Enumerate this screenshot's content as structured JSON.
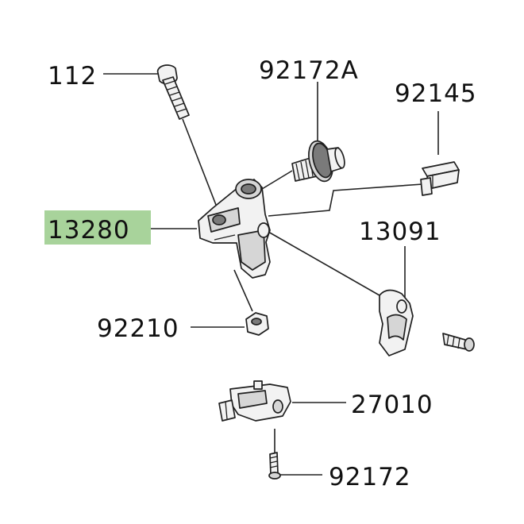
{
  "diagram": {
    "highlight_color": "#a8d39b",
    "parts": [
      {
        "id": "p112",
        "number": "112",
        "highlighted": false
      },
      {
        "id": "p92172A",
        "number": "92172A",
        "highlighted": false
      },
      {
        "id": "p92145",
        "number": "92145",
        "highlighted": false
      },
      {
        "id": "p13280",
        "number": "13280",
        "highlighted": true
      },
      {
        "id": "p13091",
        "number": "13091",
        "highlighted": false
      },
      {
        "id": "p92210",
        "number": "92210",
        "highlighted": false
      },
      {
        "id": "p27010",
        "number": "27010",
        "highlighted": false
      },
      {
        "id": "p92172",
        "number": "92172",
        "highlighted": false
      }
    ]
  }
}
